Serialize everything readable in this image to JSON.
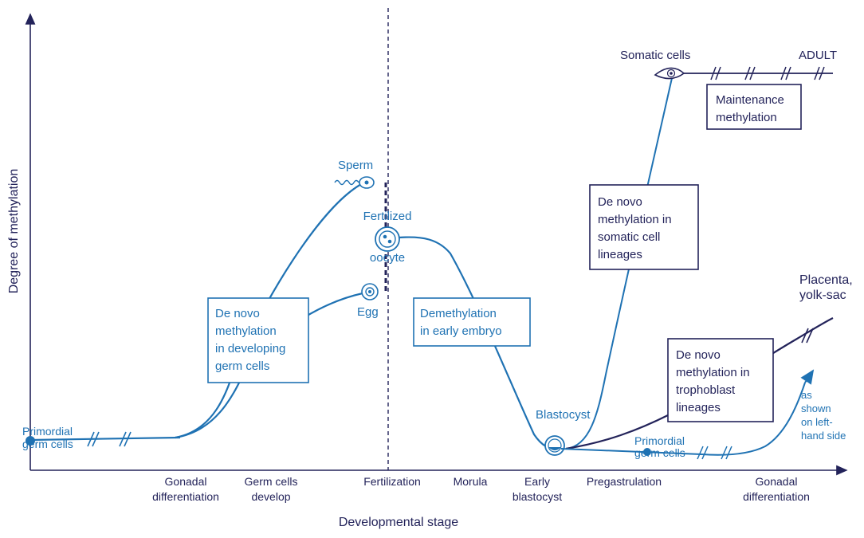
{
  "colors": {
    "blue": "#1f72b3",
    "dark": "#23235a",
    "background": "#ffffff"
  },
  "axes": {
    "y_label": "Degree of methylation",
    "x_label": "Developmental stage"
  },
  "x_ticks": {
    "gonadal_left": [
      "Gonadal",
      "differentiation"
    ],
    "germ_cells_develop": [
      "Germ cells",
      "develop"
    ],
    "fertilization": [
      "Fertilization"
    ],
    "morula": [
      "Morula"
    ],
    "early_blastocyst": [
      "Early",
      "blastocyst"
    ],
    "pregastrulation": [
      "Pregastrulation"
    ],
    "gonadal_right": [
      "Gonadal",
      "differentiation"
    ]
  },
  "labels": {
    "primordial_left": [
      "Primordial",
      "germ cells"
    ],
    "sperm": [
      "Sperm"
    ],
    "fertilized_oocyte": [
      "Fertilized",
      "oocyte"
    ],
    "egg": [
      "Egg"
    ],
    "blastocyst": [
      "Blastocyst"
    ],
    "primordial_right": [
      "Primordial",
      "germ cells"
    ],
    "somatic_cells": [
      "Somatic cells"
    ],
    "adult": [
      "ADULT"
    ],
    "placenta": [
      "Placenta,",
      "yolk-sac"
    ],
    "as_shown": [
      "as",
      "shown",
      "on left-",
      "hand side"
    ]
  },
  "boxes": {
    "de_novo_germ": [
      "De novo",
      "methylation",
      "in developing",
      "germ cells"
    ],
    "demethylation": [
      "Demethylation",
      "in early embryo"
    ],
    "de_novo_somatic": [
      "De novo",
      "methylation in",
      "somatic cell",
      "lineages"
    ],
    "maintenance": [
      "Maintenance",
      "methylation"
    ],
    "de_novo_trophoblast": [
      "De novo",
      "methylation in",
      "trophoblast",
      "lineages"
    ]
  }
}
